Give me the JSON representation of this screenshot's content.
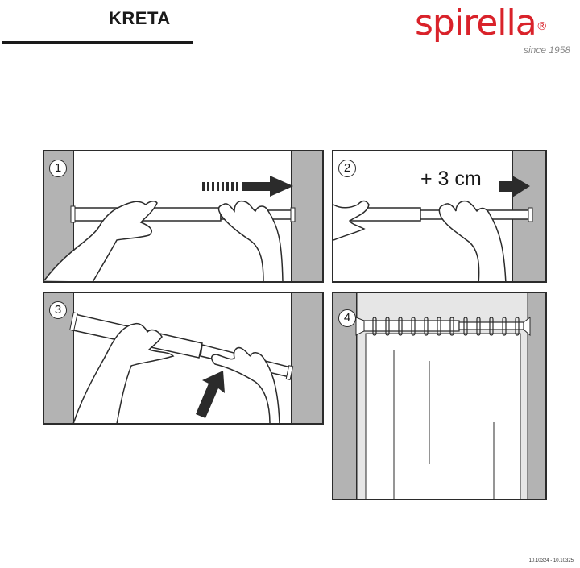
{
  "header": {
    "product_title": "KRETA",
    "brand_name": "spirella",
    "brand_mark": "®",
    "brand_tagline": "since 1958",
    "brand_color": "#d9222a"
  },
  "steps": [
    {
      "number": "1",
      "icon": "dashed-arrow-right-icon",
      "description": "Extend rod toward wall"
    },
    {
      "number": "2",
      "label": "+ 3 cm",
      "icon": "arrow-right-icon",
      "description": "Extend rod additional 3 cm"
    },
    {
      "number": "3",
      "icon": "arrow-up-icon",
      "description": "Lift rod into position"
    },
    {
      "number": "4",
      "description": "Rod mounted with curtain rings and curtain"
    }
  ],
  "colors": {
    "wall": "#b3b3b3",
    "line": "#2b2b2b",
    "curtain_bg": "#e6e6e6"
  },
  "footer": {
    "article_codes": "10.10324 - 10.10325"
  }
}
